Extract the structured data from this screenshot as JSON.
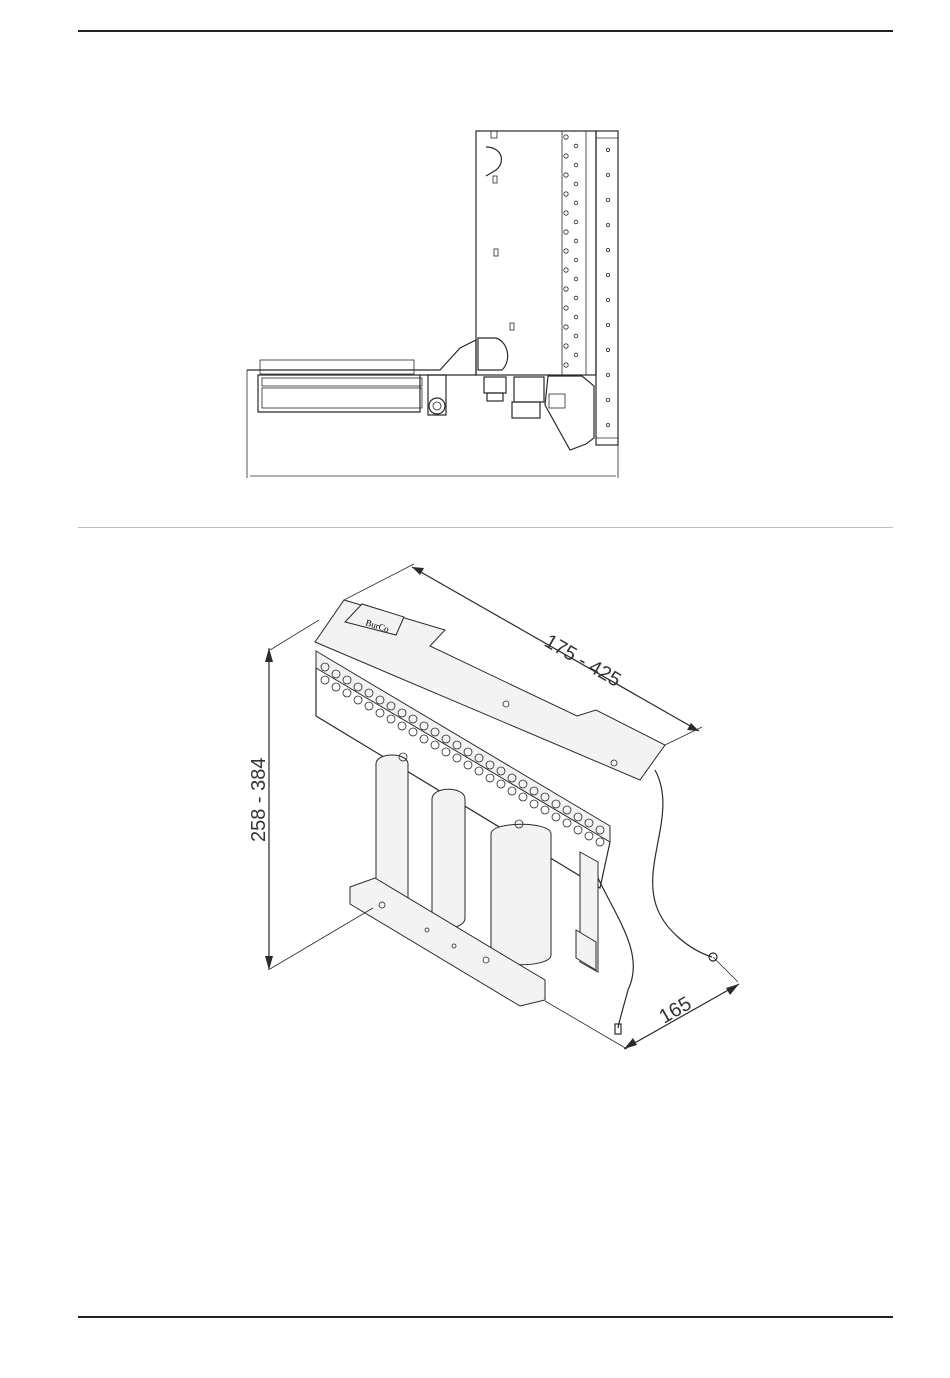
{
  "figure_top": {},
  "figure_bottom": {
    "dimensions": {
      "length": "175 - 425",
      "height": "258 - 384",
      "depth": "165"
    }
  },
  "nameplate_text": "BurCo",
  "icons": {
    "arrow": "dimension-arrow-icon"
  }
}
